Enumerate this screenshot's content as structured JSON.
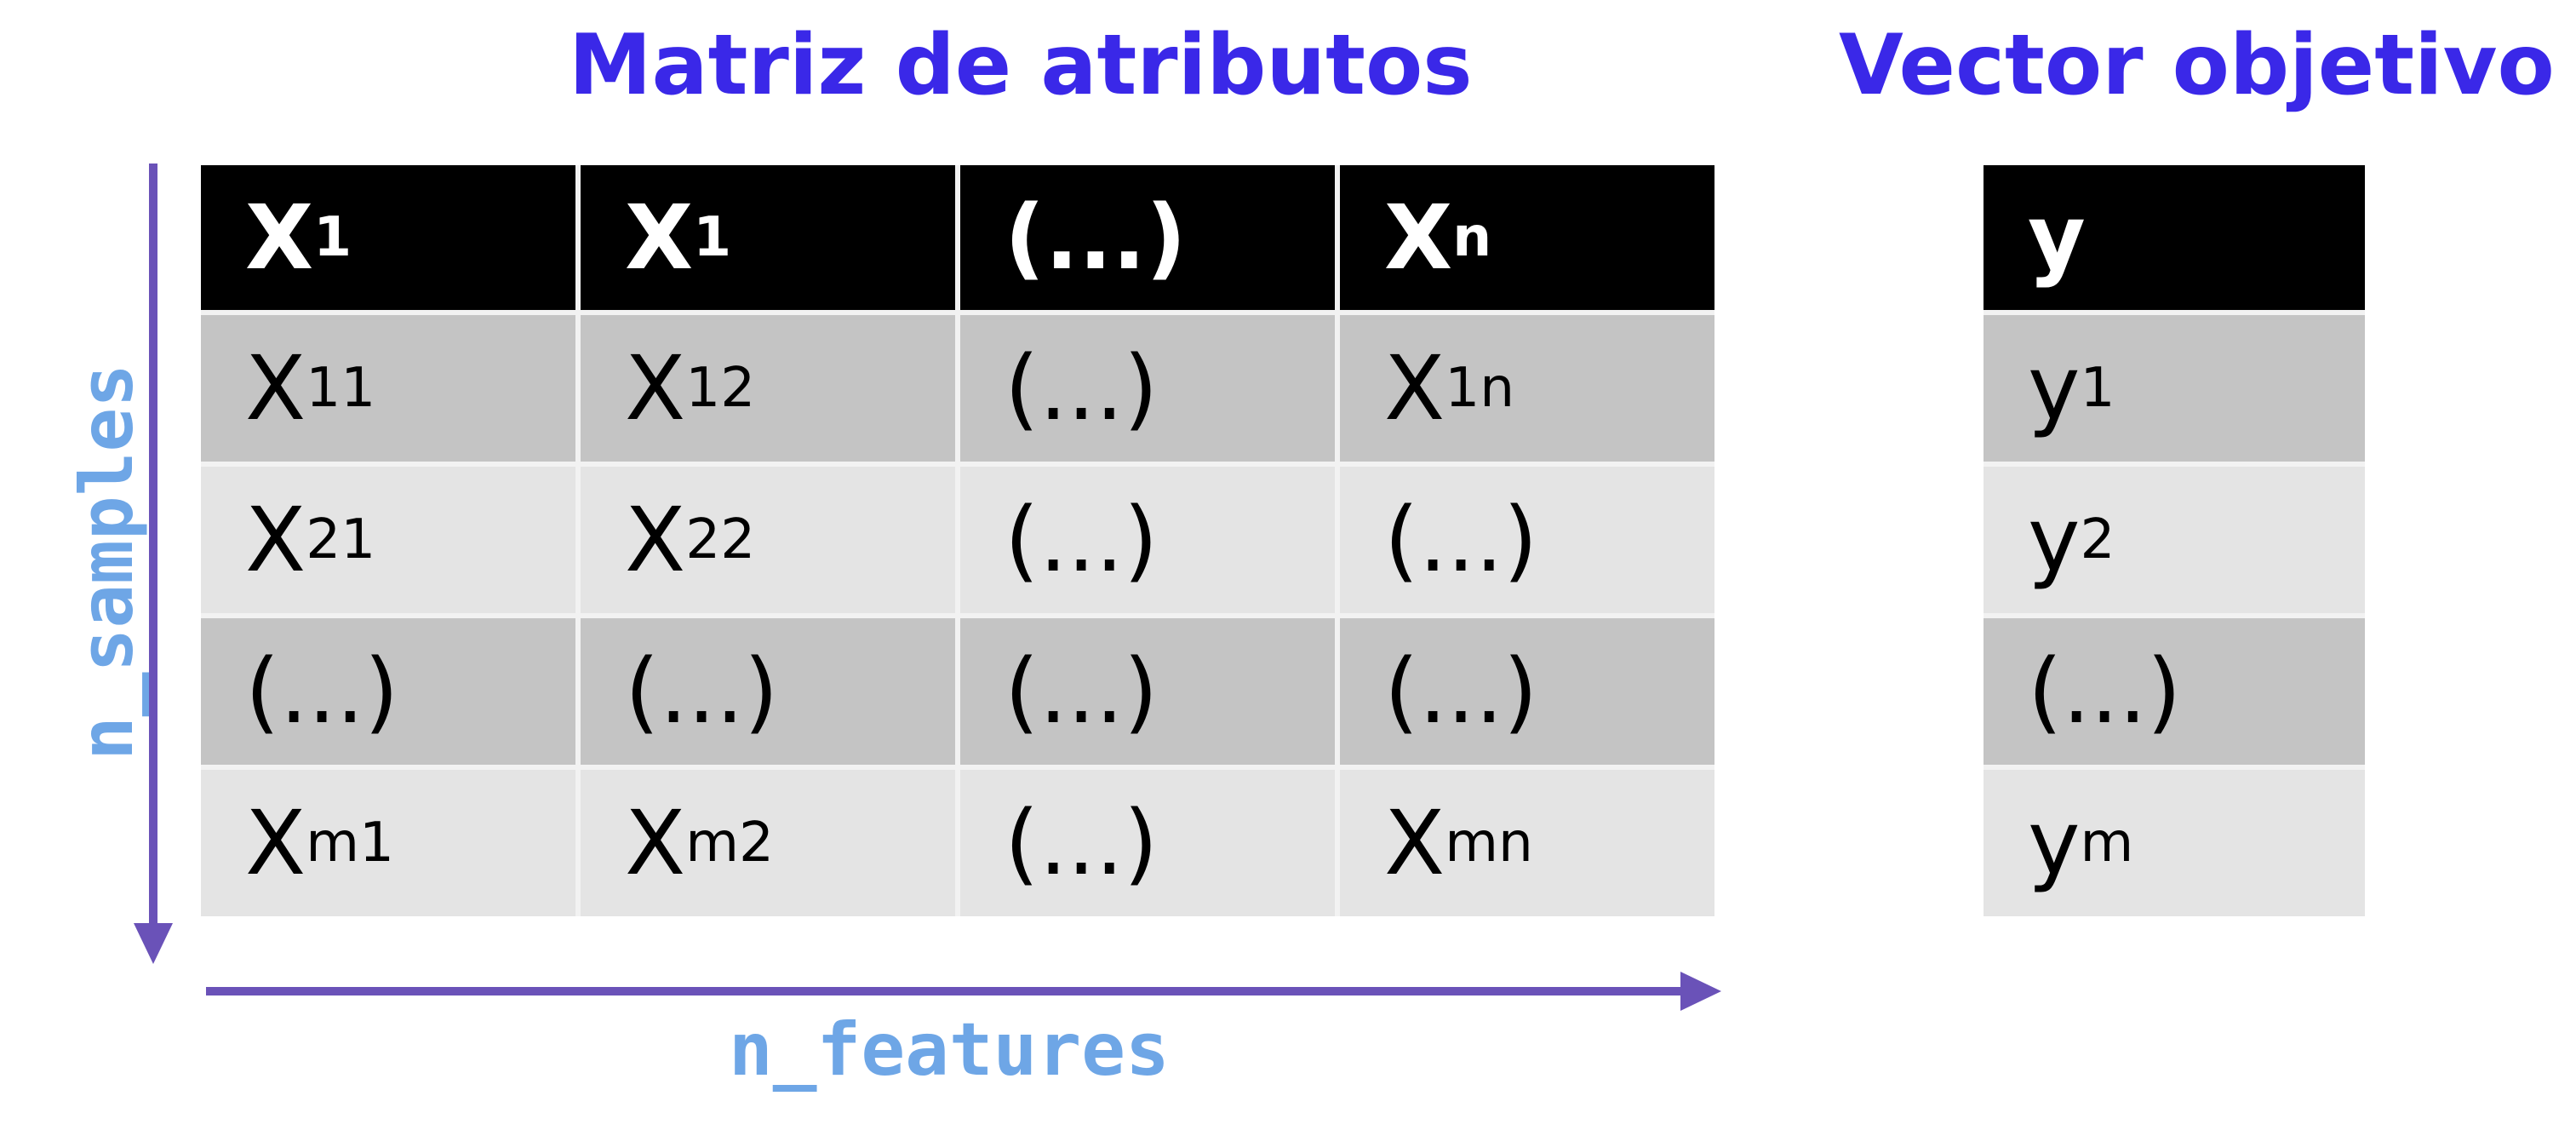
{
  "titles": {
    "matrix": "Matriz de atributos",
    "vector": "Vector objetivo"
  },
  "matrix": {
    "headers": [
      {
        "base": "X",
        "sub": "1"
      },
      {
        "base": "X",
        "sub": "1"
      },
      {
        "base": "(...)",
        "sub": ""
      },
      {
        "base": "X",
        "sub": "n"
      }
    ],
    "rows": [
      [
        {
          "base": "X",
          "sub": "11"
        },
        {
          "base": "X",
          "sub": "12"
        },
        {
          "base": "(...)",
          "sub": ""
        },
        {
          "base": "X",
          "sub": "1n"
        }
      ],
      [
        {
          "base": "X",
          "sub": "21"
        },
        {
          "base": "X",
          "sub": "22"
        },
        {
          "base": "(...)",
          "sub": ""
        },
        {
          "base": "(...)",
          "sub": ""
        }
      ],
      [
        {
          "base": "(...)",
          "sub": ""
        },
        {
          "base": "(...)",
          "sub": ""
        },
        {
          "base": "(...)",
          "sub": ""
        },
        {
          "base": "(...)",
          "sub": ""
        }
      ],
      [
        {
          "base": "X",
          "sub": "m1"
        },
        {
          "base": "X",
          "sub": "m2"
        },
        {
          "base": "(...)",
          "sub": ""
        },
        {
          "base": "X",
          "sub": "mn"
        }
      ]
    ]
  },
  "vector": {
    "header": {
      "base": "y",
      "sub": ""
    },
    "rows": [
      {
        "base": "y",
        "sub": "1"
      },
      {
        "base": "y",
        "sub": "2"
      },
      {
        "base": "(...)",
        "sub": ""
      },
      {
        "base": "y",
        "sub": "m"
      }
    ]
  },
  "axes": {
    "features": "n_features",
    "samples": "n_samples"
  },
  "colors": {
    "title": "#3a28e8",
    "axis_label": "#6ea6e6",
    "arrow": "#6a52b8",
    "header_bg": "#000000",
    "row_dark": "#c4c4c4",
    "row_light": "#e4e4e4"
  }
}
